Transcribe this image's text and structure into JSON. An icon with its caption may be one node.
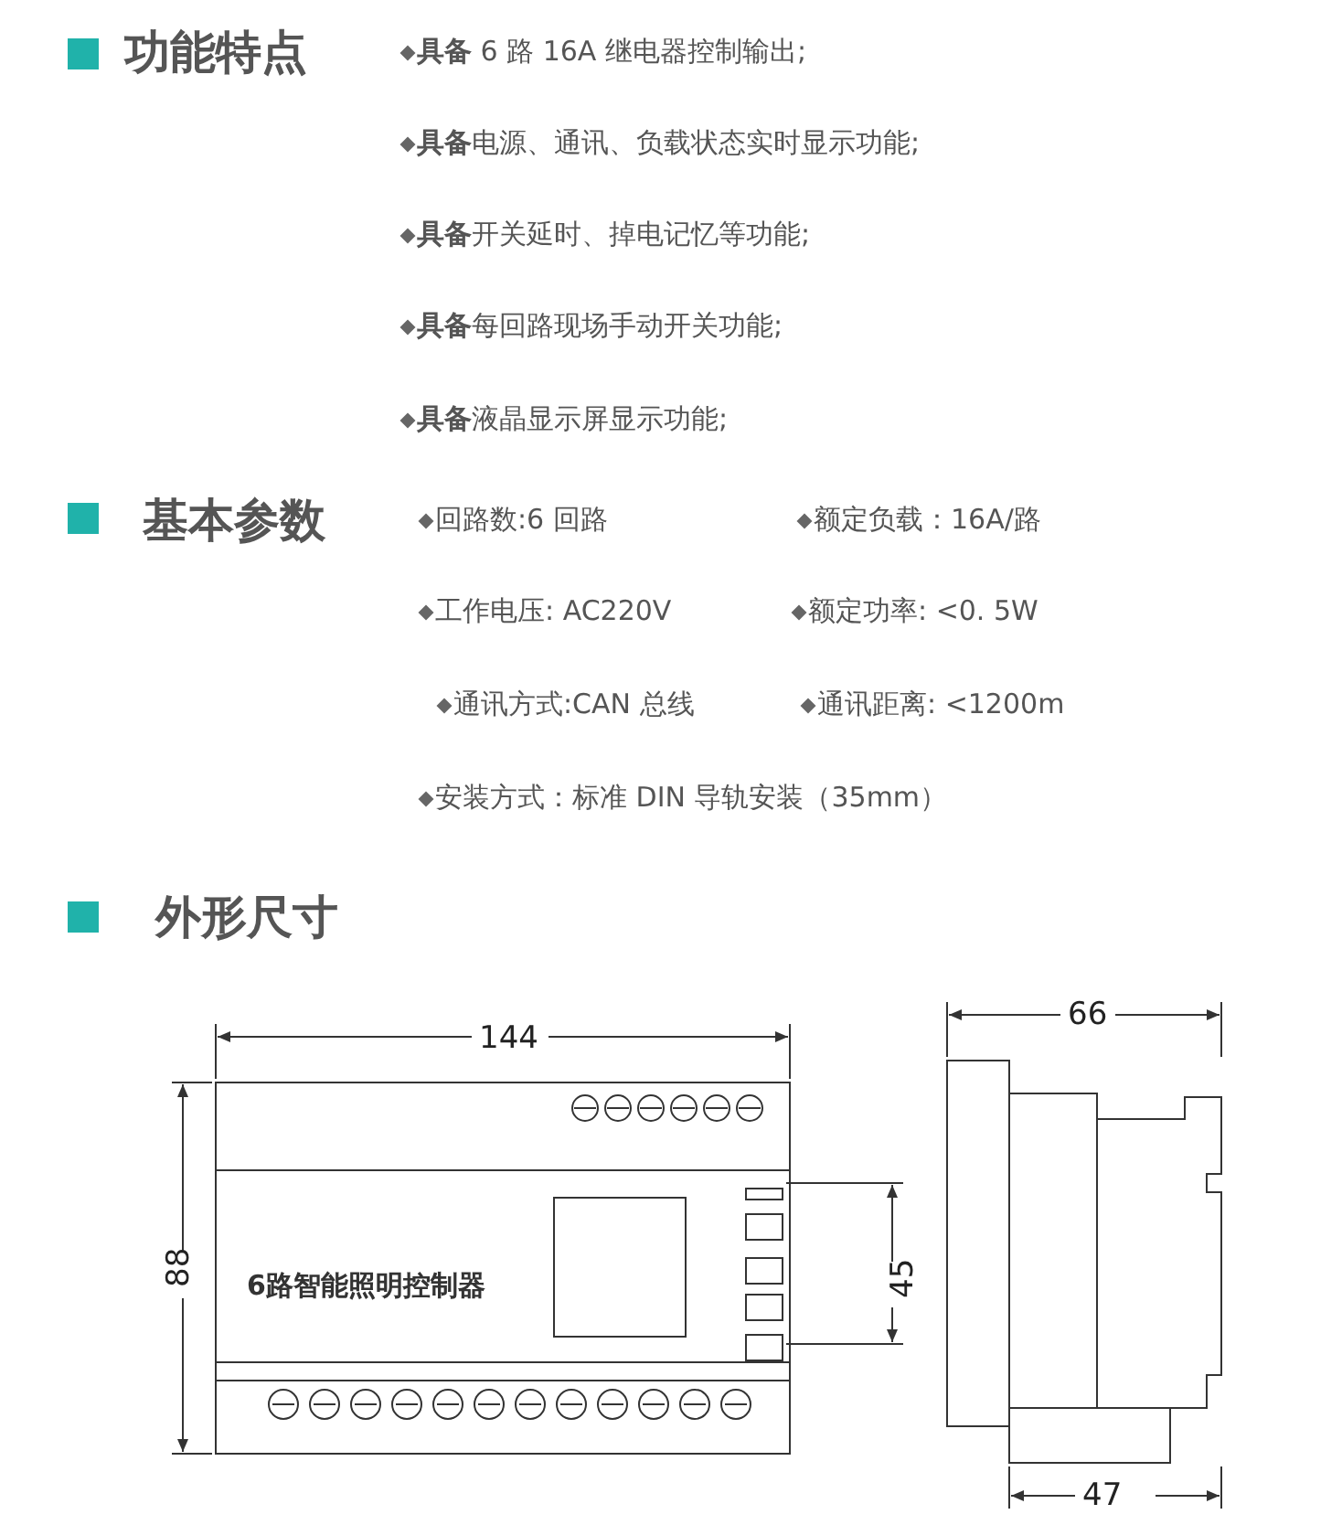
{
  "diagram": {
    "labels": [
      "功能特点",
      "**具备** 6 路 16A 继电器控制输出;",
      "**具备**电源、通讯、负载状态实时显示功能;",
      "**具备**开关延时、掉电记忆等功能;",
      "**具备**每回路现场手动开关功能;",
      "**具备**液晶显示屏显示功能;",
      "基本参数",
      "回路数:6 回路",
      "额定负载：16A/路",
      "工作电压: AC220V",
      "额定功率: <0. 5W",
      "通讯方式:CAN 总线",
      "通讯距离: <1200m",
      "安装方式：标准 DIN 导轨安装（35mm）",
      "外形尺寸",
      "144",
      "66",
      "88",
      "6路智能照明控制器",
      "45",
      "47"
    ]
  }
}
